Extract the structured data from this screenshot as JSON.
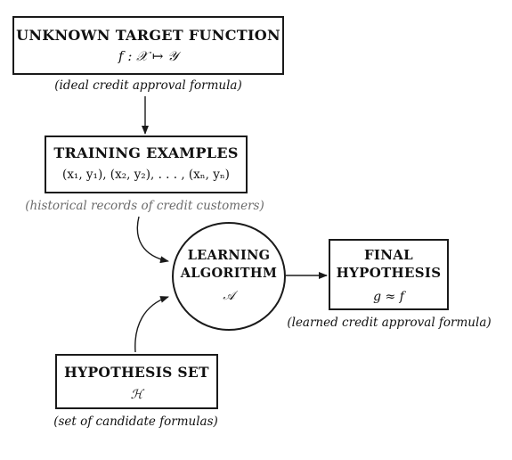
{
  "target": {
    "title": "UNKNOWN TARGET FUNCTION",
    "formula": "f : 𝒳 ↦ 𝒴",
    "caption": "(ideal credit approval formula)"
  },
  "training": {
    "title": "TRAINING EXAMPLES",
    "formula": "(x₁, y₁), (x₂, y₂), . . . , (xₙ, yₙ)",
    "caption": "(historical records of credit customers)"
  },
  "algorithm": {
    "title_line1": "LEARNING",
    "title_line2": "ALGORITHM",
    "symbol": "𝒜"
  },
  "final": {
    "title_line1": "FINAL",
    "title_line2": "HYPOTHESIS",
    "formula": "g ≈ f",
    "caption": "(learned credit approval formula)"
  },
  "hypothesis_set": {
    "title": "HYPOTHESIS SET",
    "symbol": "ℋ",
    "caption": "(set of candidate formulas)"
  },
  "colors": {
    "line": "#1a1a1a",
    "caption_gray": "#6b6b6b"
  }
}
